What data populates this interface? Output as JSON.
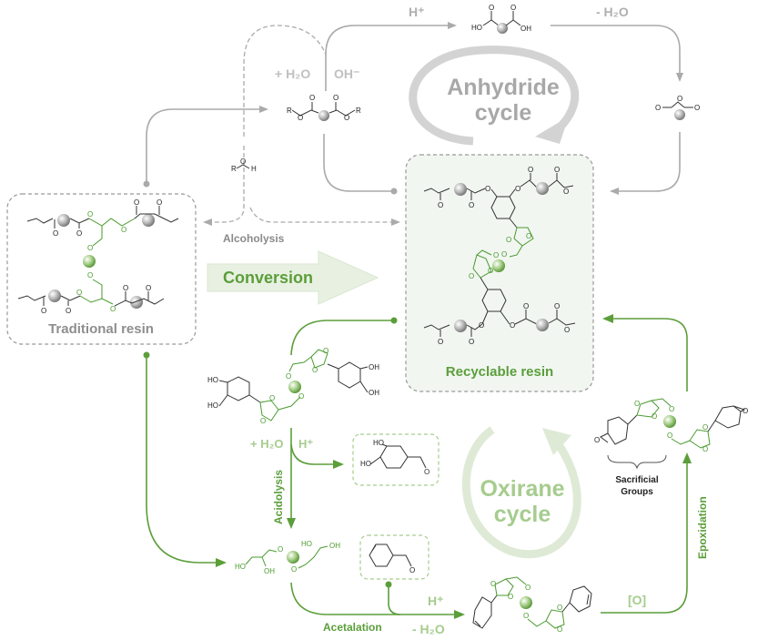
{
  "diagram": {
    "boxes": {
      "traditional_resin": "Traditional resin",
      "recyclable_resin": "Recyclable resin"
    },
    "cycles": {
      "anhydride": [
        "Anhydride",
        "cycle"
      ],
      "oxirane": [
        "Oxirane",
        "cycle"
      ]
    },
    "process_labels": {
      "conversion": "Conversion",
      "alcoholysis": "Alcoholysis",
      "acidolysis": "Acidolysis",
      "acetalation": "Acetalation",
      "epoxidation": "Epoxidation",
      "sacrificial_groups": [
        "Sacrificial",
        "Groups"
      ]
    },
    "reagents": {
      "plus_water": "+ H₂O",
      "hydroxide": "OH⁻",
      "proton_top": "H⁺",
      "minus_water_top": "- H₂O",
      "plus_water_acid": "+ H₂O",
      "proton_acid": "H⁺",
      "proton_acetal": "H⁺",
      "minus_water_acetal": "- H₂O",
      "oxidant": "[O]"
    },
    "molecules": {
      "diacid": {
        "left": "HO",
        "right": "OH",
        "o": "O"
      },
      "diester": {
        "r": "R",
        "o": "O"
      },
      "alcohol": {
        "r": "R",
        "o": "O",
        "h": "H"
      },
      "anhydride_o": "O",
      "diol_aldehyde": {
        "ho": "HO",
        "o": "O"
      },
      "cyclohexene_aldehyde": {
        "o": "O"
      },
      "glycerol_ether": {
        "ho": "HO",
        "oh": "OH",
        "o": "O"
      }
    },
    "colors": {
      "gray_text": "#a8a8a8",
      "gray_line": "#aaaaaa",
      "green_dark": "#5b9e3a",
      "green_light": "#a6cc8e",
      "green_box_fill": "#f1f6f1",
      "conversion_fill": "#e8f1e1"
    }
  }
}
